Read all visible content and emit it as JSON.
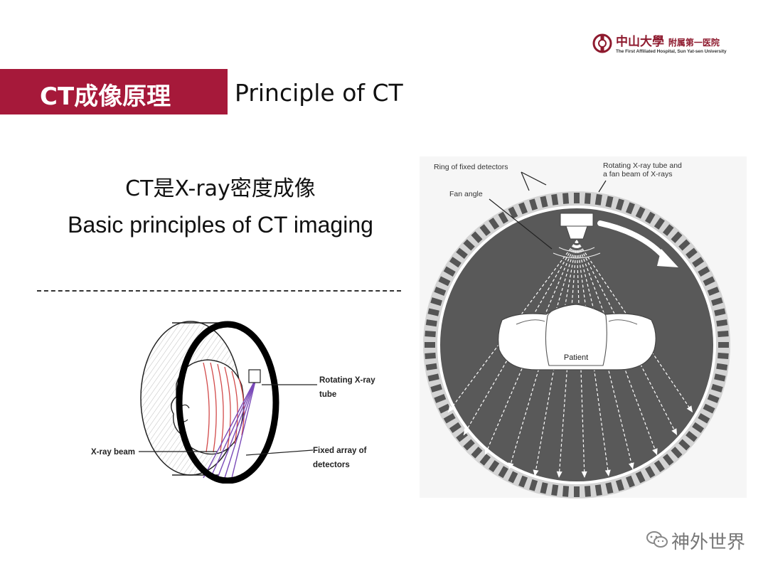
{
  "logo": {
    "cn_main": "中山大學",
    "cn_sub": "附属第一医院",
    "en": "The First Affiliated Hospital, Sun Yat-sen University"
  },
  "header": {
    "title_cn": "CT成像原理",
    "title_en": "Principle of CT"
  },
  "subtitle": {
    "cn": "CT是X-ray密度成像",
    "en": "Basic principles of CT imaging"
  },
  "left_diagram": {
    "label_tube": [
      "Rotating X-ray",
      "tube"
    ],
    "label_beam": "X-ray beam",
    "label_detectors": [
      "Fixed array of",
      "detectors"
    ]
  },
  "right_diagram": {
    "label_ring": "Ring of fixed detectors",
    "label_fan": "Fan angle",
    "label_rotating": [
      "Rotating X-ray tube and",
      "a fan beam of X-rays"
    ],
    "label_patient": "Patient"
  },
  "watermark": {
    "text": "神外世界"
  },
  "colors": {
    "accent": "#a6193a",
    "ring_dark": "#555555",
    "ring_light": "#d4d4d4",
    "beam_purple": "#7a4ab8",
    "slice_red": "#d24a4a"
  }
}
